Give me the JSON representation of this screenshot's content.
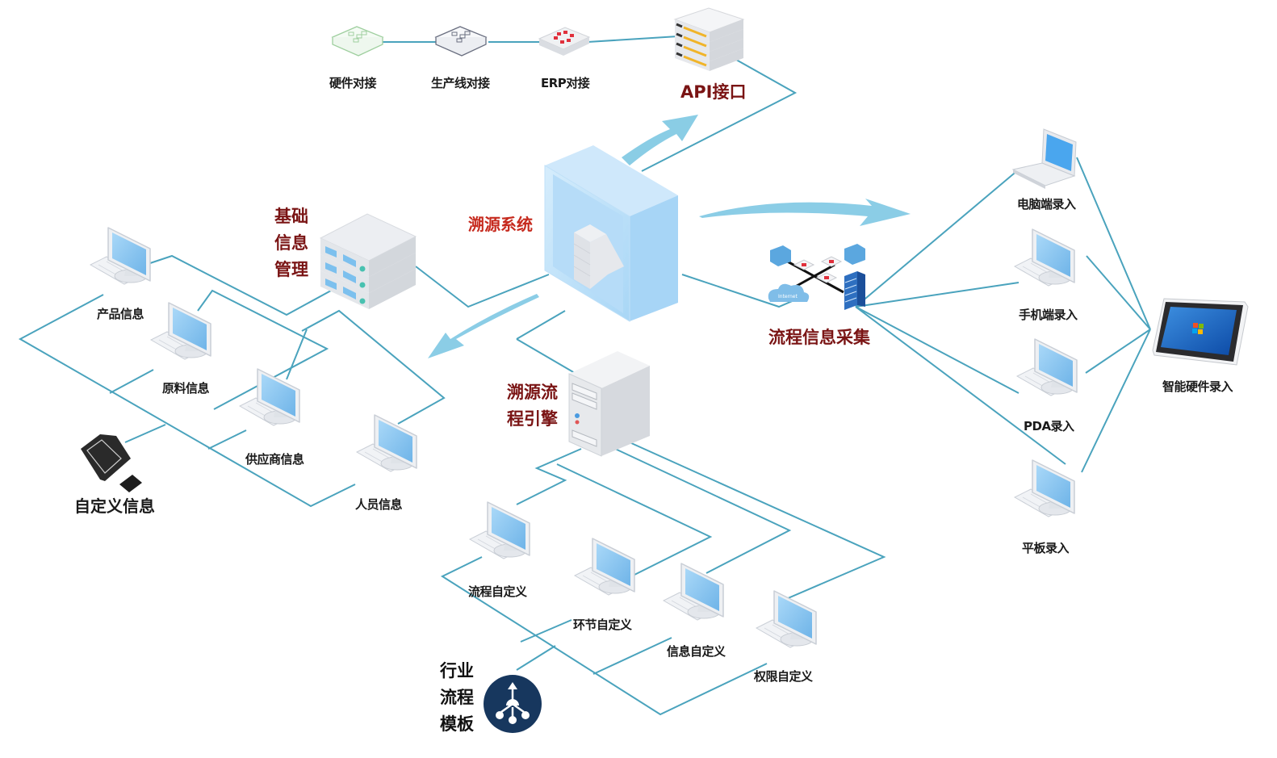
{
  "title": "溯源系统架构图",
  "colors": {
    "line": "#4aa3bd",
    "arrow": "#7ec8e3",
    "label_dark_red": "#7a1414",
    "label_red": "#c62a1e",
    "monitor_screen": "#8ec9f2",
    "template_circle": "#17375e"
  },
  "top_chain": {
    "items": [
      {
        "label": "硬件对接",
        "icon": "switch-green-icon"
      },
      {
        "label": "生产线对接",
        "icon": "switch-gray-icon"
      },
      {
        "label": "ERP对接",
        "icon": "firewall-icon"
      }
    ],
    "api": {
      "label": "API接口",
      "icon": "server-rack-icon"
    }
  },
  "center": {
    "label": "溯源系统",
    "icon": "traceability-box-icon"
  },
  "basic_info": {
    "label_lines": [
      "基础",
      "信息",
      "管理"
    ],
    "icon": "server-stack-icon",
    "items": [
      {
        "label": "产品信息"
      },
      {
        "label": "原料信息"
      },
      {
        "label": "供应商信息"
      },
      {
        "label": "人员信息"
      }
    ],
    "custom": {
      "label": "自定义信息",
      "icon": "sd-card-icon"
    }
  },
  "engine": {
    "label_lines": [
      "溯源流",
      "程引擎"
    ],
    "icon": "tower-server-icon",
    "items": [
      {
        "label": "流程自定义"
      },
      {
        "label": "环节自定义"
      },
      {
        "label": "信息自定义"
      },
      {
        "label": "权限自定义"
      }
    ],
    "template": {
      "label_lines": [
        "行业",
        "流程",
        "模板"
      ],
      "icon": "flow-template-icon"
    }
  },
  "collection": {
    "label": "流程信息采集",
    "icon": "network-topology-icon",
    "cloud_text": "Internet",
    "inputs": [
      {
        "label": "电脑端录入",
        "icon": "laptop-icon"
      },
      {
        "label": "手机端录入",
        "icon": "monitor-icon"
      },
      {
        "label": "PDA录入",
        "icon": "monitor-icon"
      },
      {
        "label": "平板录入",
        "icon": "monitor-icon"
      }
    ],
    "smart": {
      "label": "智能硬件录入",
      "icon": "tablet-icon"
    }
  }
}
